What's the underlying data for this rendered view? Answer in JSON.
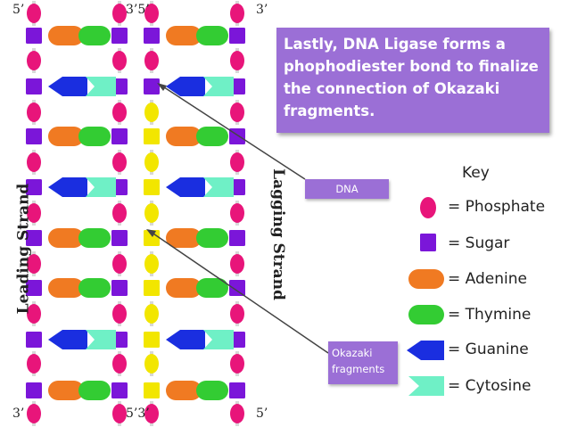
{
  "strand_ends": {
    "tl": "5’",
    "tm": "3’5’",
    "tr": "3’",
    "bl": "3’",
    "bm": "5’3’",
    "br": "5’"
  },
  "labels": {
    "leading": "Leading Strand",
    "lagging": "Lagging Strand"
  },
  "callout": "Lastly, DNA Ligase forms a phophodiester bond to finalize the connection of Okazaki fragments.",
  "dna_tag": "DNA",
  "okazaki_tag": "Okazaki fragments",
  "key": {
    "title": "Key",
    "items": [
      {
        "name": "phosphate",
        "label": "= Phosphate",
        "color": "#e8157a"
      },
      {
        "name": "sugar",
        "label": "= Sugar",
        "color": "#7b16d9"
      },
      {
        "name": "adenine",
        "label": "= Adenine",
        "color": "#f07a22"
      },
      {
        "name": "thymine",
        "label": "= Thymine",
        "color": "#33cc33"
      },
      {
        "name": "guanine",
        "label": "= Guanine",
        "color": "#1a2ee0"
      },
      {
        "name": "cytosine",
        "label": "= Cytosine",
        "color": "#6ff0c6"
      }
    ]
  },
  "colors": {
    "phosphate": "#e8157a",
    "sugar": "#7b16d9",
    "new_sugar": "#f2e600",
    "adenine": "#f07a22",
    "thymine": "#33cc33",
    "guanine": "#1a2ee0",
    "cytosine": "#6ff0c6",
    "callout": "#9b6fd6"
  },
  "left_helix_pairs": [
    "AT",
    "GC",
    "AT",
    "GC",
    "AT",
    "AT",
    "GC",
    "AT"
  ],
  "right_helix_pairs": [
    "AT",
    "GC",
    "AT",
    "GC",
    "AT",
    "AT",
    "GC",
    "AT"
  ]
}
